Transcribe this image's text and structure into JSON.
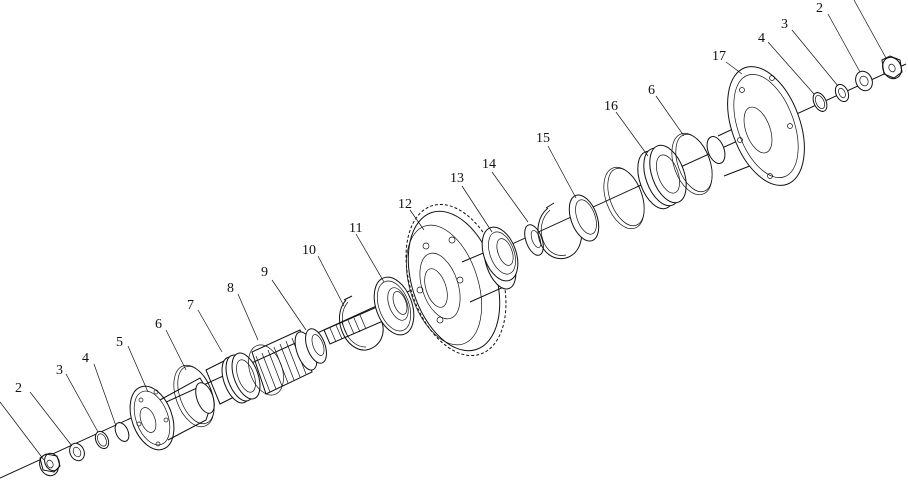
{
  "diagram": {
    "callouts": [
      {
        "key": "2a",
        "text": "2"
      },
      {
        "key": "3a",
        "text": "3"
      },
      {
        "key": "4a",
        "text": "4"
      },
      {
        "key": "5",
        "text": "5"
      },
      {
        "key": "6a",
        "text": "6"
      },
      {
        "key": "7",
        "text": "7"
      },
      {
        "key": "8",
        "text": "8"
      },
      {
        "key": "9",
        "text": "9"
      },
      {
        "key": "10",
        "text": "10"
      },
      {
        "key": "11",
        "text": "11"
      },
      {
        "key": "12",
        "text": "12"
      },
      {
        "key": "13",
        "text": "13"
      },
      {
        "key": "14",
        "text": "14"
      },
      {
        "key": "15",
        "text": "15"
      },
      {
        "key": "16",
        "text": "16"
      },
      {
        "key": "6b",
        "text": "6"
      },
      {
        "key": "17",
        "text": "17"
      },
      {
        "key": "4b",
        "text": "4"
      },
      {
        "key": "3b",
        "text": "3"
      },
      {
        "key": "2b",
        "text": "2"
      }
    ]
  }
}
